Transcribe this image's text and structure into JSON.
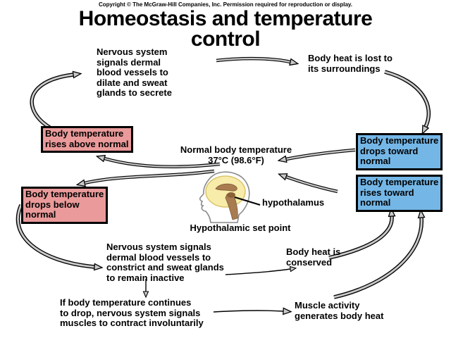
{
  "page": {
    "copyright": "Copyright © The McGraw-Hill Companies, Inc. Permission required for reproduction or display.",
    "title": "Homeostasis and temperature\ncontrol"
  },
  "center": {
    "normal_temp": "Normal body temperature\n37°C (98.6°F)",
    "hypothalamus_label": "hypothalamus",
    "set_point_label": "Hypothalamic set point"
  },
  "upper_loop": {
    "dilate_response": "Nervous system\nsignals dermal\nblood vessels to\ndilate and sweat\nglands to secrete",
    "heat_lost": "Body heat is lost to\nits surroundings",
    "rises_above_box": "Body temperature\nrises above normal",
    "drops_toward_box": "Body temperature\ndrops toward\nnormal"
  },
  "lower_loop": {
    "drops_below_box": "Body temperature\ndrops below\nnormal",
    "constrict_response": "Nervous system signals\ndermal blood vessels to\nconstrict and sweat glands\nto remain inactive",
    "heat_conserved": "Body heat is\nconserved",
    "shiver_response": "If body temperature continues\nto drop, nervous system signals\nmuscles to contract involuntarily",
    "muscle_activity": "Muscle activity\ngenerates body heat",
    "rises_toward_box": "Body temperature\nrises toward\nnormal"
  },
  "colors": {
    "pink_box": "#ea9a9a",
    "blue_box": "#74b7e7",
    "arrow_fill": "#c9c9c9",
    "brain_yellow": "#f7eca9",
    "brain_brown": "#a97c50",
    "outline": "#000000"
  }
}
